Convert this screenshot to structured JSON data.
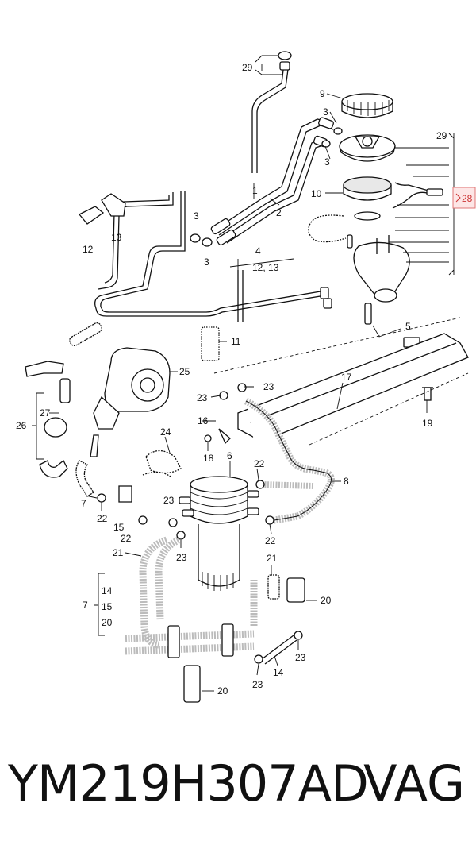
{
  "labels": {
    "l29top": "29",
    "l9": "9",
    "l3a": "3",
    "l3b": "3",
    "l29right": "29",
    "l28": "28",
    "l1": "1",
    "l2": "2",
    "l10": "10",
    "l12": "12",
    "l13": "13",
    "l3c": "3",
    "l3d": "3",
    "l4": "4",
    "l4sub": "12, 13",
    "l11": "11",
    "l5": "5",
    "l25": "25",
    "l17": "17",
    "l23a": "23",
    "l23b": "23",
    "l26": "26",
    "l27": "27",
    "l19": "19",
    "l16": "16",
    "l24": "24",
    "l18": "18",
    "l6": "6",
    "l22a": "22",
    "l8": "8",
    "l7a": "7",
    "l22b": "22",
    "l23c": "23",
    "l15": "15",
    "l22c": "22",
    "l22d": "22",
    "l21a": "21",
    "l23d": "23",
    "l21b": "21",
    "l7b": "7",
    "l14a": "14",
    "l15b": "15",
    "l20a": "20",
    "l20b": "20",
    "l23e": "23",
    "l14b": "14",
    "l23f": "23",
    "l20c": "20"
  },
  "footer": {
    "code": "YM219H307AD",
    "brand": "VAG"
  }
}
